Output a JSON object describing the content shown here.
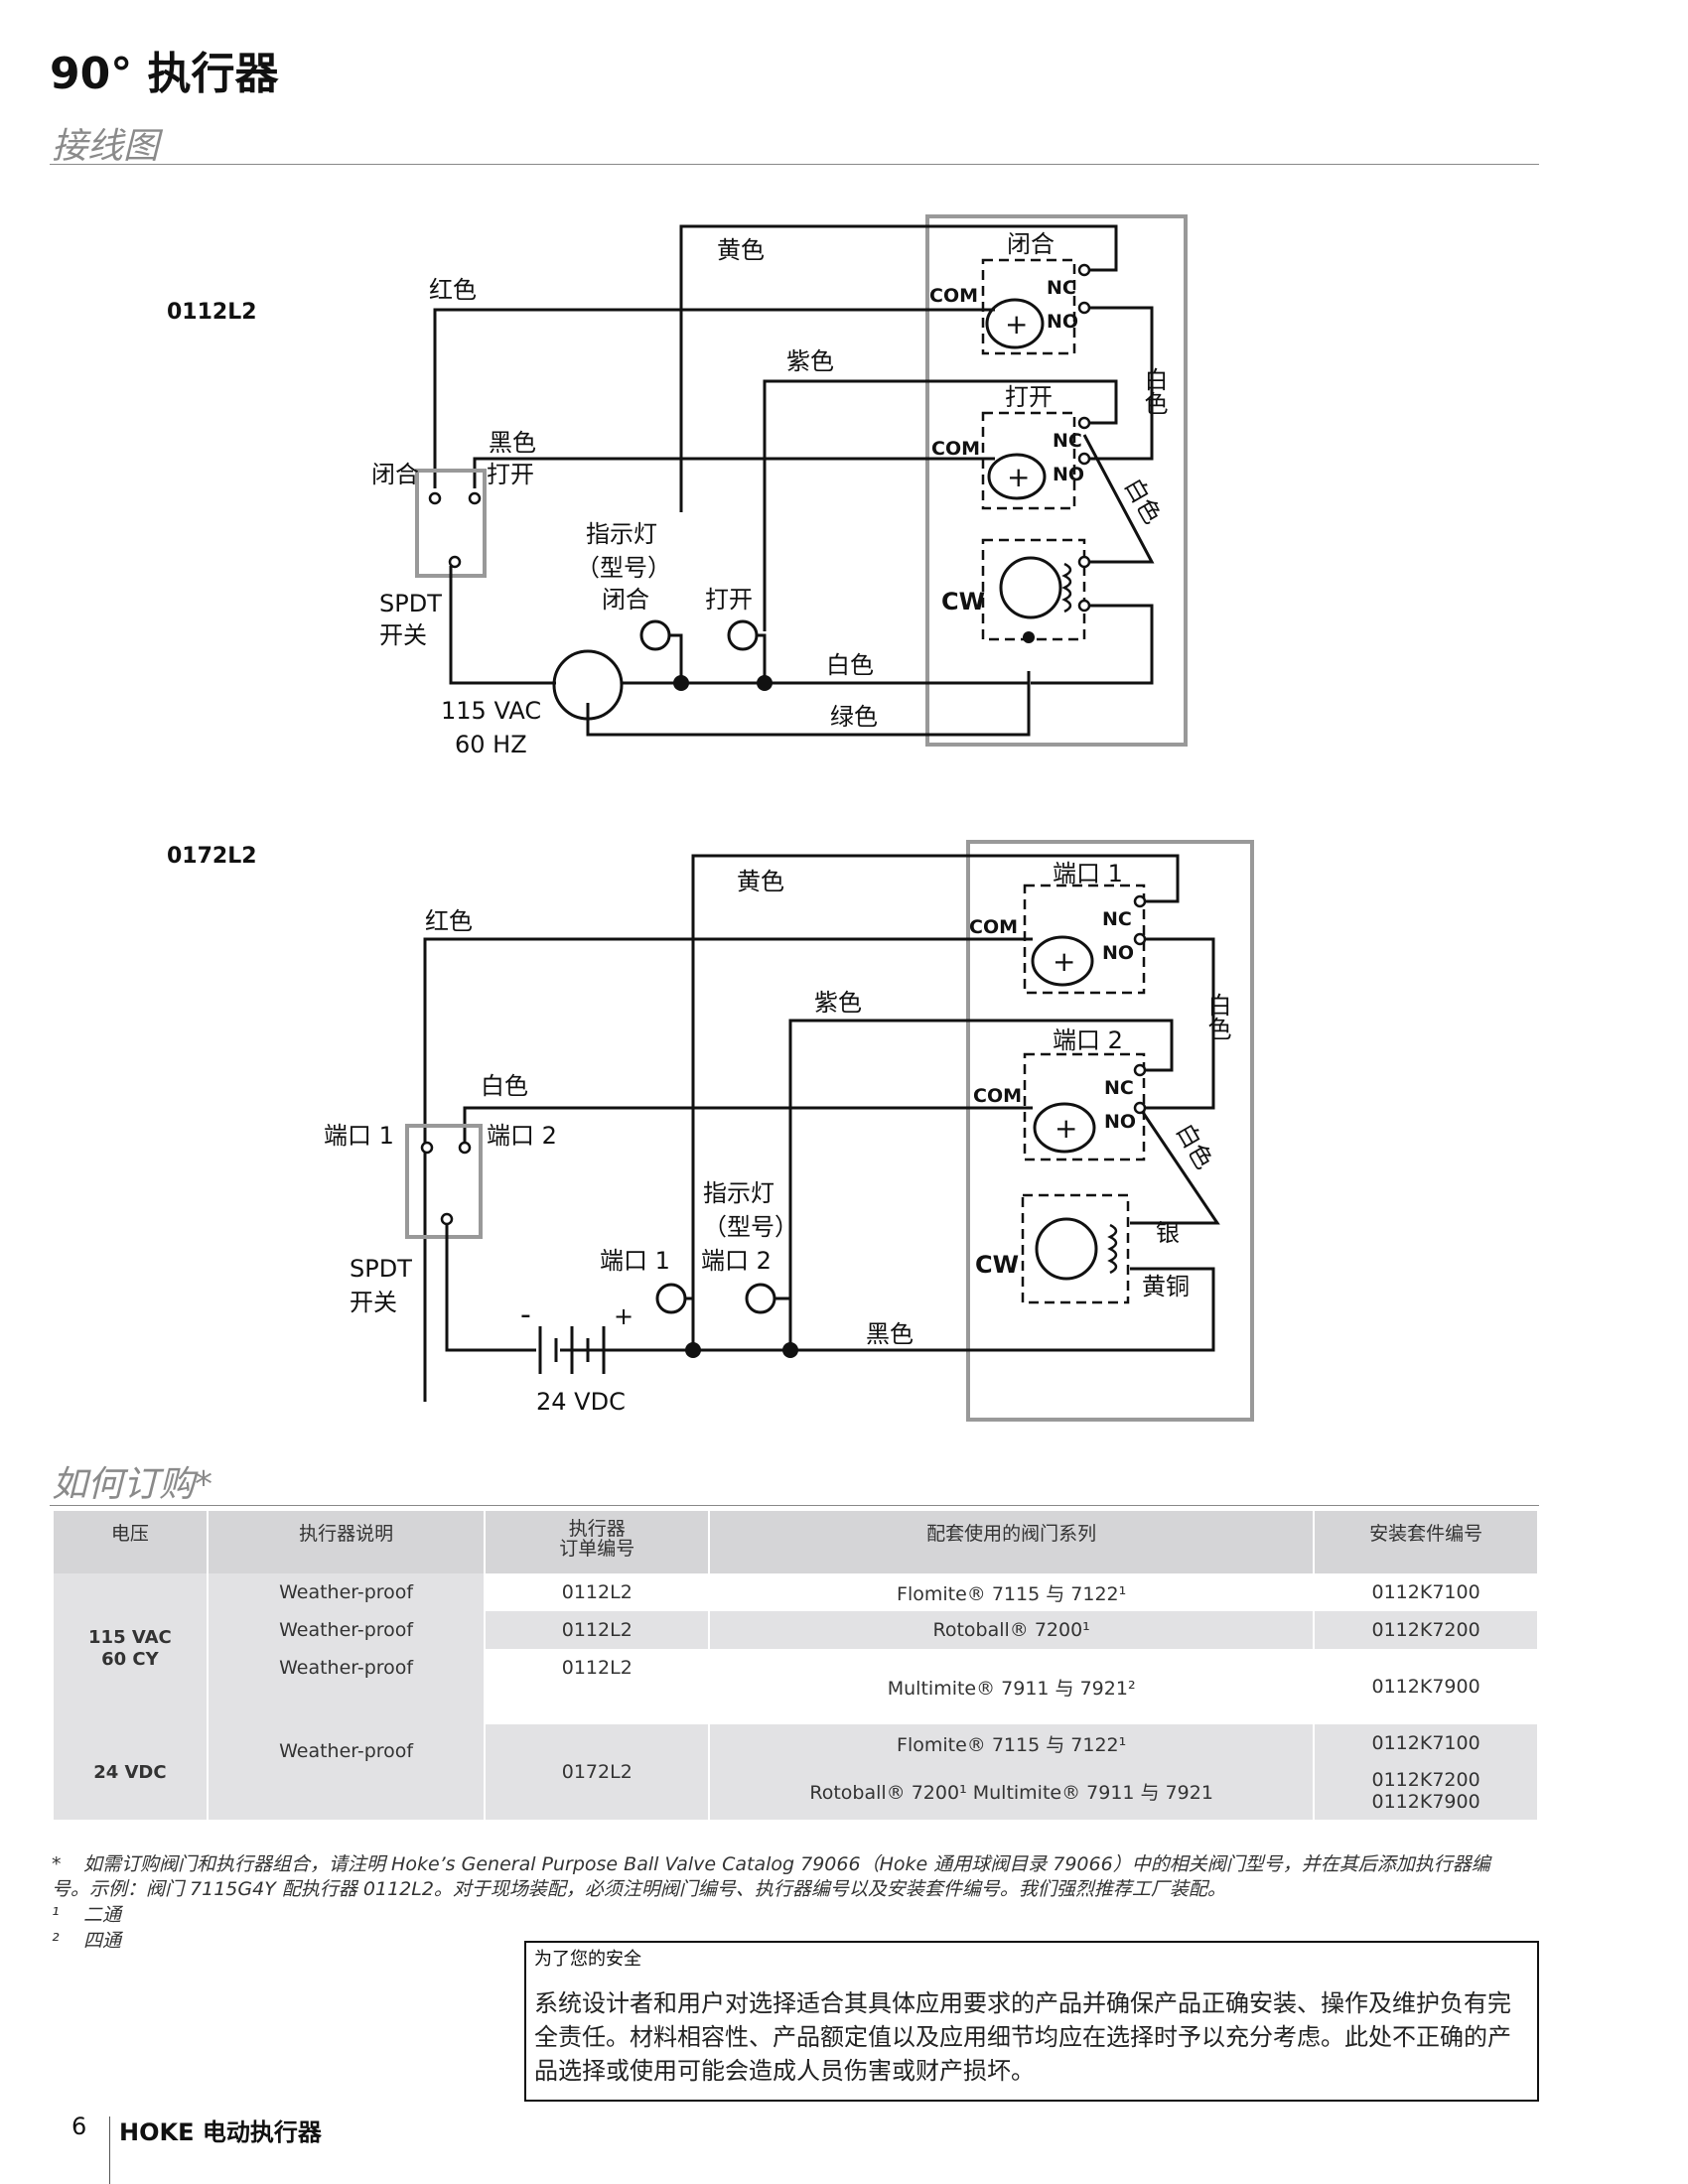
{
  "header": {
    "title": "90° 执行器",
    "subtitle": "接线图"
  },
  "diagram1": {
    "model": "0112L2",
    "labels": {
      "yellow": "黄色",
      "red": "红色",
      "purple": "紫色",
      "black": "黑色",
      "white_h": "白色",
      "green": "绿色",
      "white_v1": "白色",
      "white_v2": "白色",
      "close_sw": "闭合",
      "open_sw": "打开",
      "spdt_1": "SPDT",
      "spdt_2": "开关",
      "ind_1": "指示灯",
      "ind_2": "（型号）",
      "ind_close": "闭合",
      "ind_open": "打开",
      "power_1": "115 VAC",
      "power_2": "60 HZ",
      "box_close": "闭合",
      "box_open": "打开",
      "com": "COM",
      "nc": "NC",
      "no": "NO",
      "cw": "CW",
      "plus": "+"
    }
  },
  "diagram2": {
    "model": "0172L2",
    "labels": {
      "yellow": "黄色",
      "red": "红色",
      "purple": "紫色",
      "white_h": "白色",
      "black": "黑色",
      "white_v1": "白色",
      "white_v2": "白色",
      "port1_sw": "端口 1",
      "port2_sw": "端口 2",
      "spdt_1": "SPDT",
      "spdt_2": "开关",
      "ind_1": "指示灯",
      "ind_2": "（型号）",
      "ind_port1": "端口 1",
      "ind_port2": "端口 2",
      "minus": "-",
      "plus_b": "+",
      "power": "24 VDC",
      "box_port1": "端口 1",
      "box_port2": "端口 2",
      "silver": "银",
      "brass": "黄铜",
      "com": "COM",
      "nc": "NC",
      "no": "NO",
      "cw": "CW",
      "plus": "+"
    }
  },
  "order": {
    "title": "如何订购*",
    "headers": [
      "电压",
      "执行器说明",
      "执行器\n订单编号",
      "配套使用的阀门系列",
      "安装套件编号"
    ],
    "voltage_115": "115 VAC\n60 CY",
    "voltage_24": "24 VDC",
    "wp": "Weather-proof",
    "order_0112": "0112L2",
    "order_0172": "0172L2",
    "series": {
      "s1": "Flomite® 7115 与 7122¹",
      "s2": "Rotoball® 7200¹",
      "s3": "Multimite® 7911 与 7921²",
      "s4": "Flomite® 7115 与 7122¹",
      "s5": "Rotoball® 7200¹ Multimite® 7911 与 7921"
    },
    "kits": {
      "k1": "0112K7100",
      "k2": "0112K7200",
      "k3": "0112K7900",
      "k4": "0112K7100",
      "k5": "0112K7200\n0112K7900"
    }
  },
  "notes": {
    "star_mark": "*",
    "star": "如需订购阀门和执行器组合，请注明 Hoke’s General Purpose Ball Valve Catalog 79066（Hoke 通用球阀目录 79066）中的相关阀门型号，并在其后添加执行器编号。示例：阀门 7115G4Y 配执行器 0112L2。对于现场装配，必须注明阀门编号、执行器编号以及安装套件编号。我们强烈推荐工厂装配。",
    "n1_mark": "¹",
    "n1": "二通",
    "n2_mark": "²",
    "n2": "四通"
  },
  "safety": {
    "heading": "为了您的安全",
    "body": "系统设计者和用户对选择适合其具体应用要求的产品并确保产品正确安装、操作及维护负有完全责任。材料相容性、产品额定值以及应用细节均应在选择时予以充分考虑。此处不正确的产品选择或使用可能会造成人员伤害或财产损坏。"
  },
  "footer": {
    "page": "6",
    "brand": "HOKE 电动执行器"
  }
}
